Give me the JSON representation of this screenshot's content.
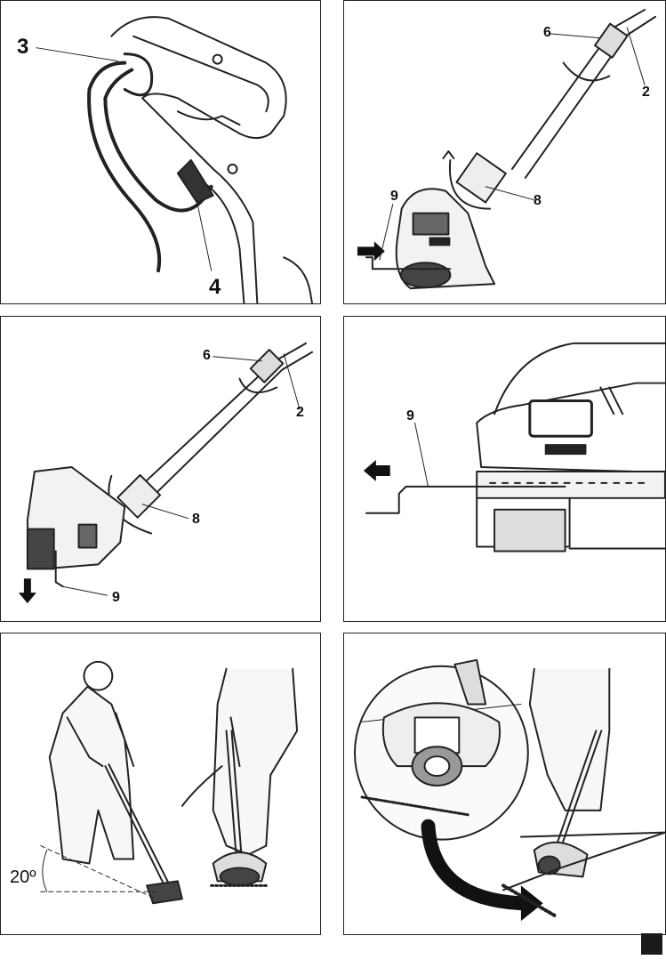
{
  "panels": {
    "p1": {
      "labels": {
        "a": "3",
        "b": "4"
      }
    },
    "p2": {
      "labels": {
        "a": "6",
        "b": "2",
        "c": "9",
        "d": "8"
      }
    },
    "p3": {
      "labels": {
        "a": "6",
        "b": "2",
        "c": "8",
        "d": "9"
      }
    },
    "p4": {
      "labels": {
        "a": "9"
      }
    },
    "p5": {
      "angle_label": "20º"
    },
    "p6": {}
  },
  "colors": {
    "line": "#222222",
    "tab": "#1a1a1a"
  }
}
